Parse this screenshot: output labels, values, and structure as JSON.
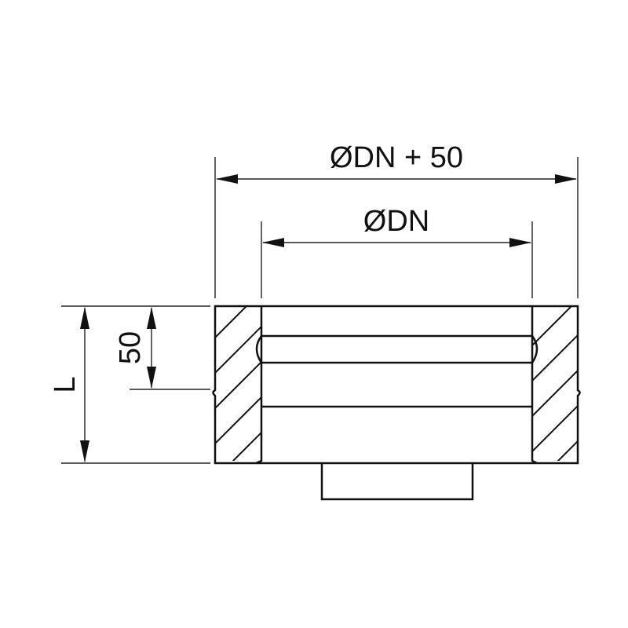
{
  "dimensions": {
    "outer_diameter": "ØDN + 50",
    "inner_diameter": "ØDN",
    "socket_depth": "50",
    "length": "L"
  },
  "colors": {
    "line": "#111111",
    "background": "#ffffff"
  }
}
